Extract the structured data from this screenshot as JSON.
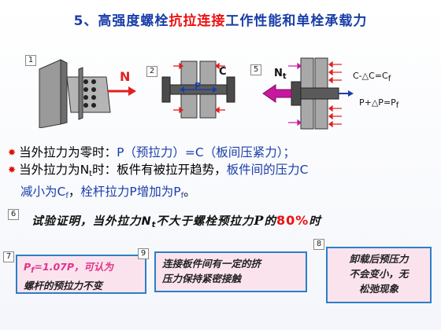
{
  "title": {
    "num": "5",
    "part1": "、高强度螺栓",
    "part2": "抗拉连接",
    "part3": "工作性能和单栓承载力"
  },
  "figures": {
    "fig1": {
      "num": "1",
      "force_label": "N"
    },
    "fig2": {
      "num": "2",
      "c_label": "C",
      "p_label": "P"
    },
    "fig5": {
      "num": "5",
      "n_label": "N",
      "n_sub": "t",
      "c_eq": "C-△C=C",
      "c_sub": "f",
      "p_eq": "P+△P=P",
      "p_sub": "f"
    }
  },
  "bullets": {
    "b1": {
      "prefix": "当外拉力为零时：",
      "blue": "P（预拉力）=C（板间压紧力）；"
    },
    "b2": {
      "prefix": "当外拉力为N",
      "sub": "t",
      "mid": "时：板件有被拉开趋势，",
      "blue": "板件间的压力C",
      "line2_blue": "减小为C",
      "line2_sub": "f",
      "line2_sep": "，",
      "line2_blue2": "栓杆拉力P增加为P",
      "line2_sub2": "f",
      "line2_end": "。"
    }
  },
  "experiment": {
    "num": "6",
    "text1": "试验证明，当外拉力N",
    "sub": "t",
    "text2": "不大于螺栓预拉力",
    "p": "P",
    "text3": "的",
    "percent": "80%",
    "text4": "时"
  },
  "notes": {
    "n7": {
      "num": "7",
      "pf": "P",
      "pf_sub": "f",
      "line1_rest": "=1.07P，可认为",
      "line2": "螺杆的预拉力不变"
    },
    "n9": {
      "num": "9",
      "line1": "连接板件间有一定的挤",
      "line2": "压力保持紧密接触"
    },
    "n8": {
      "num": "8",
      "line1": "卸载后预压力",
      "line2": "不会变小，无",
      "line3": "松弛现象"
    }
  },
  "colors": {
    "title_blue": "#1a3ea8",
    "highlight_red": "#e11111",
    "note_bg": "#fbe3ee",
    "note_border": "#2b7fc6",
    "arrow_red": "#e02020",
    "arrow_magenta": "#c8179e",
    "steel_gray": "#8a8a8a"
  }
}
